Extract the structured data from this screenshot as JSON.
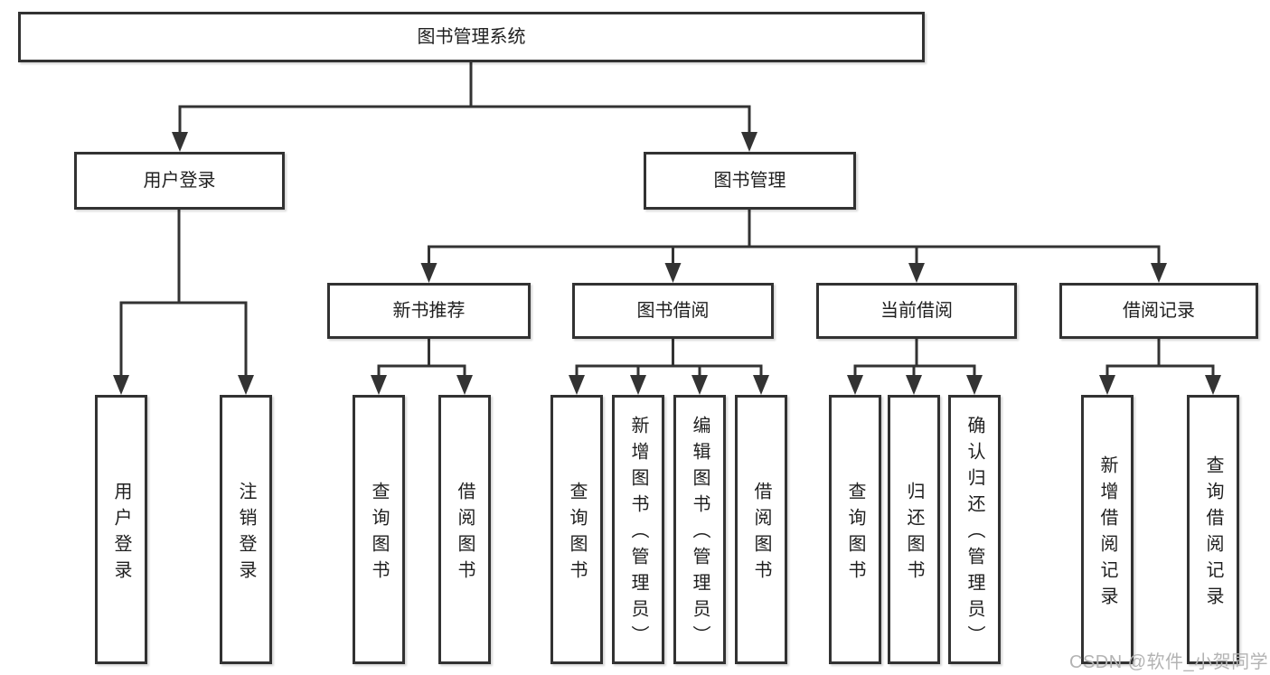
{
  "tree": {
    "root": {
      "label": "图书管理系统"
    },
    "user": {
      "label": "用户登录",
      "leaves": [
        {
          "label": "用户登录"
        },
        {
          "label": "注销登录"
        }
      ]
    },
    "book": {
      "label": "图书管理",
      "groups": [
        {
          "label": "新书推荐",
          "leaves": [
            {
              "label": "查询图书"
            },
            {
              "label": "借阅图书"
            }
          ]
        },
        {
          "label": "图书借阅",
          "leaves": [
            {
              "label": "查询图书"
            },
            {
              "label": "新增图书（管理员）"
            },
            {
              "label": "编辑图书（管理员）"
            },
            {
              "label": "借阅图书"
            }
          ]
        },
        {
          "label": "当前借阅",
          "leaves": [
            {
              "label": "查询图书"
            },
            {
              "label": "归还图书"
            },
            {
              "label": "确认归还（管理员）"
            }
          ]
        },
        {
          "label": "借阅记录",
          "leaves": [
            {
              "label": "新增借阅记录"
            },
            {
              "label": "查询借阅记录"
            }
          ]
        }
      ]
    }
  },
  "watermark": "CSDN @软件_小贺同学",
  "colors": {
    "line": "#333333",
    "box_border": "#323232",
    "text": "#1f1f1f",
    "watermark": "#b3b3b3",
    "background": "#ffffff"
  }
}
